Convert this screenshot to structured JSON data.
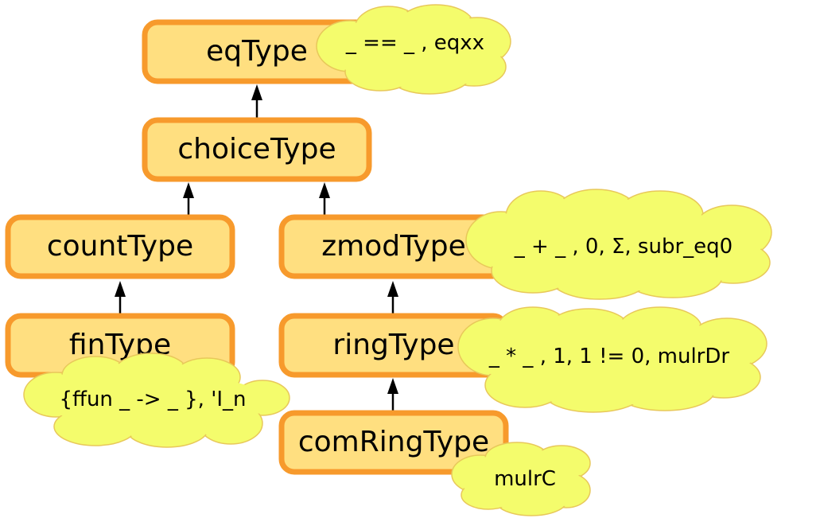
{
  "diagram": {
    "nodes": [
      {
        "id": "eqType",
        "label": "eqType"
      },
      {
        "id": "choiceType",
        "label": "choiceType"
      },
      {
        "id": "countType",
        "label": "countType"
      },
      {
        "id": "zmodType",
        "label": "zmodType"
      },
      {
        "id": "finType",
        "label": "finType"
      },
      {
        "id": "ringType",
        "label": "ringType"
      },
      {
        "id": "comRingType",
        "label": "comRingType"
      }
    ],
    "edges": [
      {
        "from": "choiceType",
        "to": "eqType"
      },
      {
        "from": "countType",
        "to": "choiceType"
      },
      {
        "from": "zmodType",
        "to": "choiceType"
      },
      {
        "from": "finType",
        "to": "countType"
      },
      {
        "from": "ringType",
        "to": "zmodType"
      },
      {
        "from": "comRingType",
        "to": "ringType"
      }
    ],
    "annotations": [
      {
        "node": "eqType",
        "text": "_ == _ , eqxx"
      },
      {
        "node": "zmodType",
        "text": "_ + _ , 0, Σ, subr_eq0"
      },
      {
        "node": "ringType",
        "text": "_ * _ , 1, 1 != 0, mulrDr"
      },
      {
        "node": "finType",
        "text": "{ffun _ -> _ }, 'I_n"
      },
      {
        "node": "comRingType",
        "text": "mulrC"
      }
    ],
    "colors": {
      "node_fill": "#ffdf80",
      "node_border": "#f79a2c",
      "cloud_fill": "#f4fc6c",
      "cloud_border": "#e8c85a"
    }
  }
}
